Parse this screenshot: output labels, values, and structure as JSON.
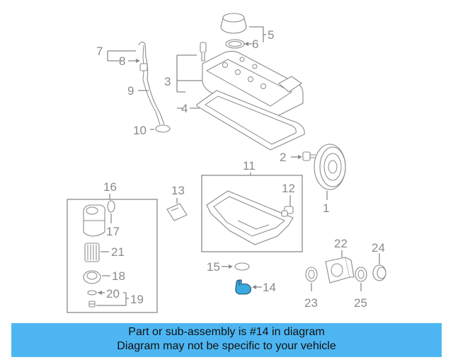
{
  "callouts": {
    "c1": "1",
    "c2": "2",
    "c3": "3",
    "c4": "4",
    "c5": "5",
    "c6": "6",
    "c7": "7",
    "c8": "8",
    "c9": "9",
    "c10": "10",
    "c11": "11",
    "c12": "12",
    "c13": "13",
    "c14": "14",
    "c15": "15",
    "c16": "16",
    "c17": "17",
    "c18": "18",
    "c19": "19",
    "c20": "20",
    "c21": "21",
    "c22": "22",
    "c23": "23",
    "c24": "24",
    "c25": "25"
  },
  "colors": {
    "highlight": "#3aa9e0",
    "banner": "#4db6f2",
    "linework": "#8a8a8a"
  },
  "caption": {
    "line1": "Part or sub-assembly is #14 in diagram",
    "line2": "Diagram may not be specific to your vehicle"
  }
}
